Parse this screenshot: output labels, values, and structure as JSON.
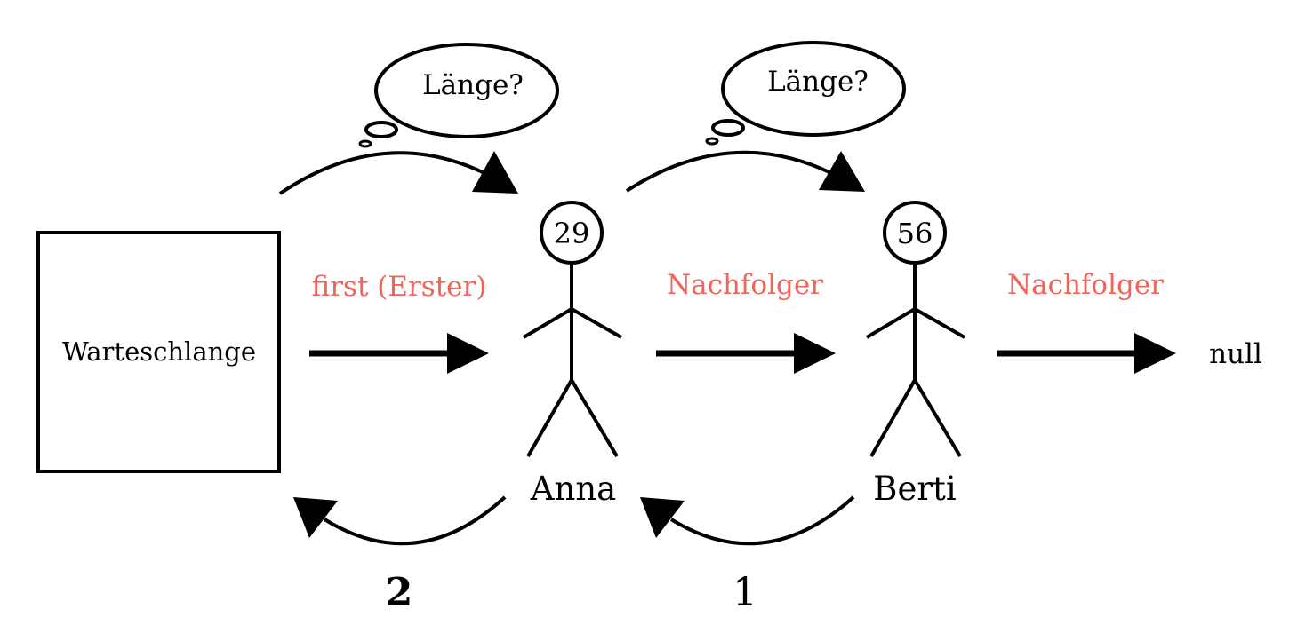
{
  "queue": {
    "label": "Warteschlange"
  },
  "persons": [
    {
      "name": "Anna",
      "age": "29",
      "thought": "Länge?"
    },
    {
      "name": "Berti",
      "age": "56",
      "thought": "Länge?"
    }
  ],
  "links": [
    {
      "label": "first (Erster)"
    },
    {
      "label": "Nachfolger"
    },
    {
      "label": "Nachfolger"
    }
  ],
  "terminal": "null",
  "return_steps": [
    "2",
    "1"
  ],
  "colors": {
    "link_label": "#f0645a",
    "stroke": "#000000",
    "background": "#ffffff"
  }
}
